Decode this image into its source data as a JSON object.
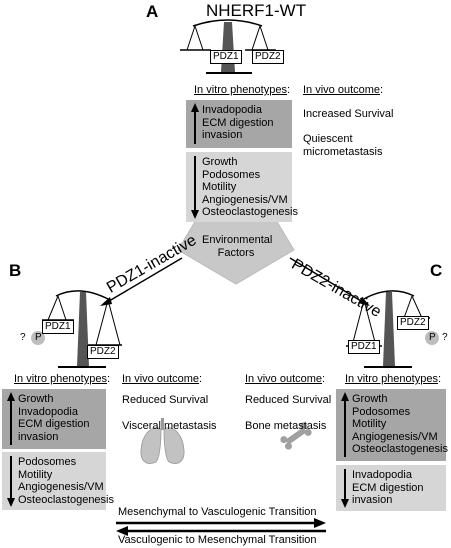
{
  "panel_a": {
    "letter": "A",
    "title": "NHERF1-WT",
    "pdz_left": "PDZ1",
    "pdz_right": "PDZ2",
    "in_vitro_header": "In vitro phenotypes",
    "in_vivo_header": "In vivo outcome",
    "up_items": [
      "Invadopodia",
      "ECM digestion",
      "invasion"
    ],
    "down_items": [
      "Growth",
      "Podosomes",
      "Motility",
      "Angiogenesis/VM",
      "Osteoclastogenesis"
    ],
    "in_vivo_items": [
      "Increased Survival",
      "Quiescent",
      "micrometastasis"
    ]
  },
  "center": {
    "label_line1": "Environmental",
    "label_line2": "Factors"
  },
  "panel_b": {
    "letter": "B",
    "arrow_label": "PDZ1-inactive",
    "pdz_left": "PDZ1",
    "pdz_right": "PDZ2",
    "p_label": "P",
    "q_mark": "?",
    "in_vitro_header": "In vitro phenotypes",
    "in_vivo_header": "In vivo outcome",
    "up_items": [
      "Growth",
      "Invadopodia",
      "ECM digestion",
      "invasion"
    ],
    "down_items": [
      "Podosomes",
      "Motility",
      "Angiogenesis/VM",
      "Osteoclastogenesis"
    ],
    "in_vivo_items": [
      "Reduced Survival",
      "Visceral metastasis"
    ]
  },
  "panel_c": {
    "letter": "C",
    "arrow_label": "PDZ2-inactive",
    "pdz_left": "PDZ1",
    "pdz_right": "PDZ2",
    "p_label": "P",
    "q_mark": "?",
    "in_vitro_header": "In vitro phenotypes",
    "in_vivo_header": "In vivo outcome",
    "up_items": [
      "Growth",
      "Podosomes",
      "Motility",
      "Angiogenesis/VM",
      "Osteoclastogenesis"
    ],
    "down_items": [
      "Invadopodia",
      "ECM digestion",
      "invasion"
    ],
    "in_vivo_items": [
      "Reduced Survival",
      "Bone metastasis"
    ]
  },
  "transitions": {
    "forward": "Mesenchymal to Vasculogenic Transition",
    "reverse": "Vasculogenic to Mesenchymal  Transition"
  },
  "colors": {
    "dark_box": "#a6a6a6",
    "light_box": "#d6d6d6",
    "scale_post": "#555555",
    "pentagon": "#c8c8c8",
    "p_circle": "#bdbdbd"
  }
}
